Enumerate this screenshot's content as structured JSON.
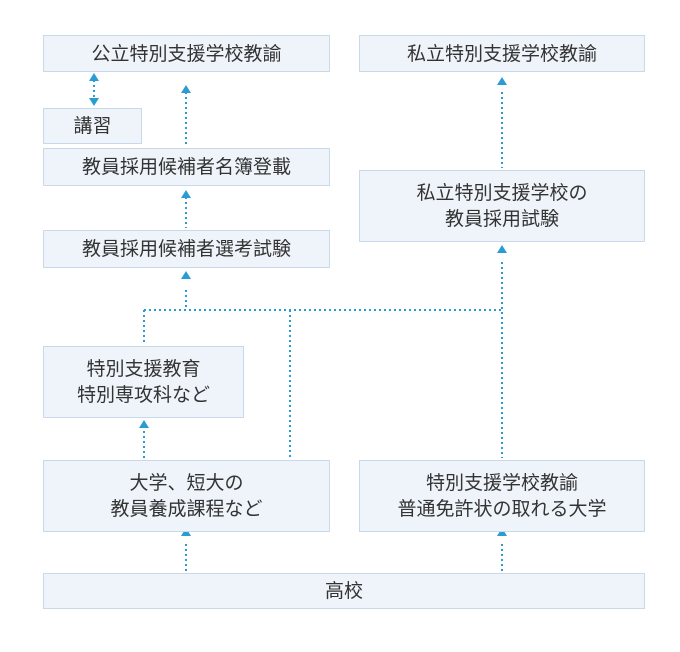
{
  "colors": {
    "box_fill": "#eef4fa",
    "box_border": "#c9d9ea",
    "connector": "#2b9bd4",
    "text": "#333333"
  },
  "boxes": {
    "public_teacher": {
      "lines": [
        "公立特別支援学校教諭"
      ]
    },
    "private_teacher": {
      "lines": [
        "私立特別支援学校教諭"
      ]
    },
    "training": {
      "lines": [
        "講習"
      ]
    },
    "candidate_registry": {
      "lines": [
        "教員採用候補者名簿登載"
      ]
    },
    "private_exam": {
      "lines": [
        "私立特別支援学校の",
        "教員採用試験"
      ]
    },
    "candidate_exam": {
      "lines": [
        "教員採用候補者選考試験"
      ]
    },
    "special_course": {
      "lines": [
        "特別支援教育",
        "特別専攻科など"
      ]
    },
    "university": {
      "lines": [
        "大学、短大の",
        "教員養成課程など"
      ]
    },
    "license_university": {
      "lines": [
        "特別支援学校教諭",
        "普通免許状の取れる大学"
      ]
    },
    "high_school": {
      "lines": [
        "高校"
      ]
    }
  }
}
